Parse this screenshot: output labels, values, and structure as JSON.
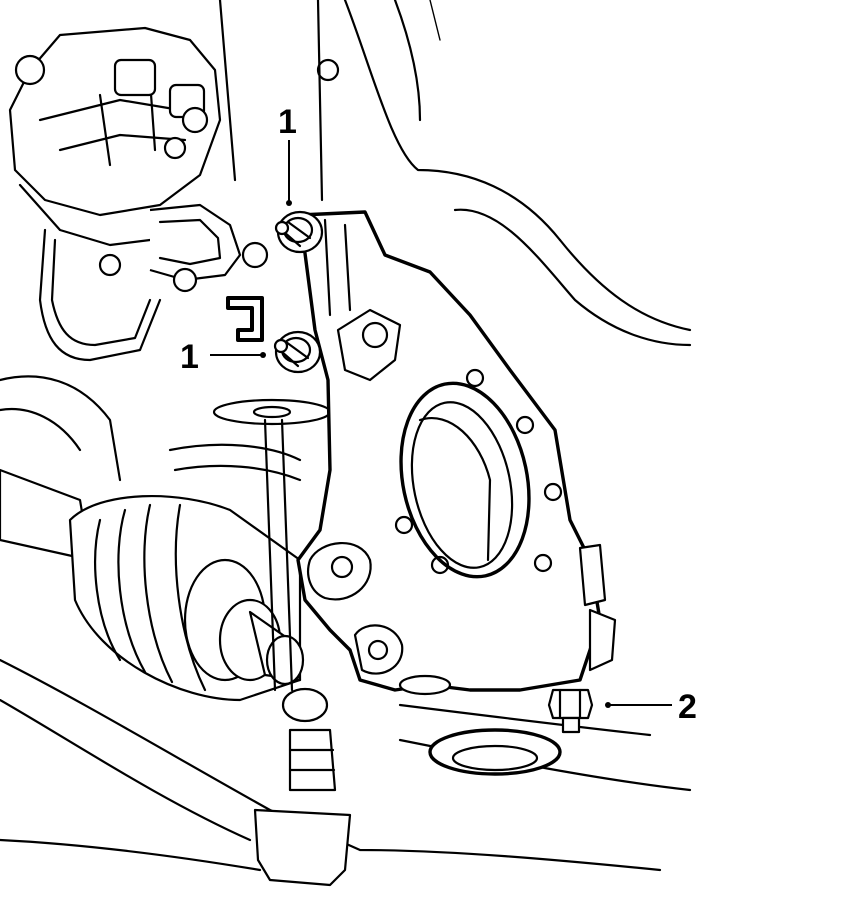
{
  "callouts": [
    {
      "id": "upper-bolt",
      "label": "1"
    },
    {
      "id": "lower-bolt",
      "label": "1"
    },
    {
      "id": "ball-joint-nut",
      "label": "2"
    }
  ]
}
